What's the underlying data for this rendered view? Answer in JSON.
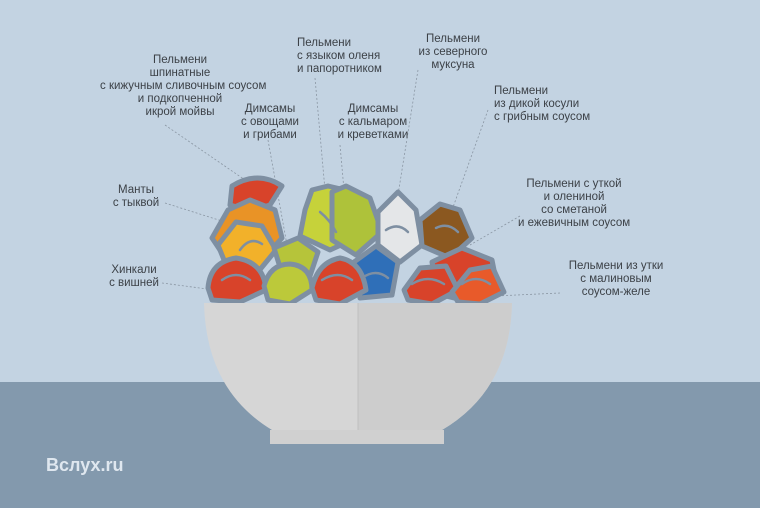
{
  "brand": "Вслух.ru",
  "colors": {
    "sky": "#c3d3e2",
    "table": "#8399ad",
    "bowl": "#d6d6d6",
    "bowl_shadow": "#c5c5c5",
    "outline": "#7e8fa2",
    "text": "#3c4147"
  },
  "labels": {
    "spinach": "Пельмени\nшпинатные\nс кижучным сливочным соусом\nи подкопченной\nикрой мойвы",
    "dimsum_veg": "Димсамы\nс овощами\nи грибами",
    "reindeer": "Пельмени\nс языком оленя\nи папоротником",
    "dimsum_sea": "Димсамы\nс кальмаром\nи креветками",
    "muksun": "Пельмени\nиз северного\nмуксуна",
    "roe_deer": "Пельмени\nиз дикой косули\nс грибным соусом",
    "manti": "Манты\nс тыквой",
    "duck_venison": "Пельмени с уткой\nи олениной\nсо сметаной\nи ежевичным соусом",
    "khinkali": "Хинкали\nс вишней",
    "duck_raspberry": "Пельмени из утки\nс малиновым\nсоусом-желе"
  }
}
